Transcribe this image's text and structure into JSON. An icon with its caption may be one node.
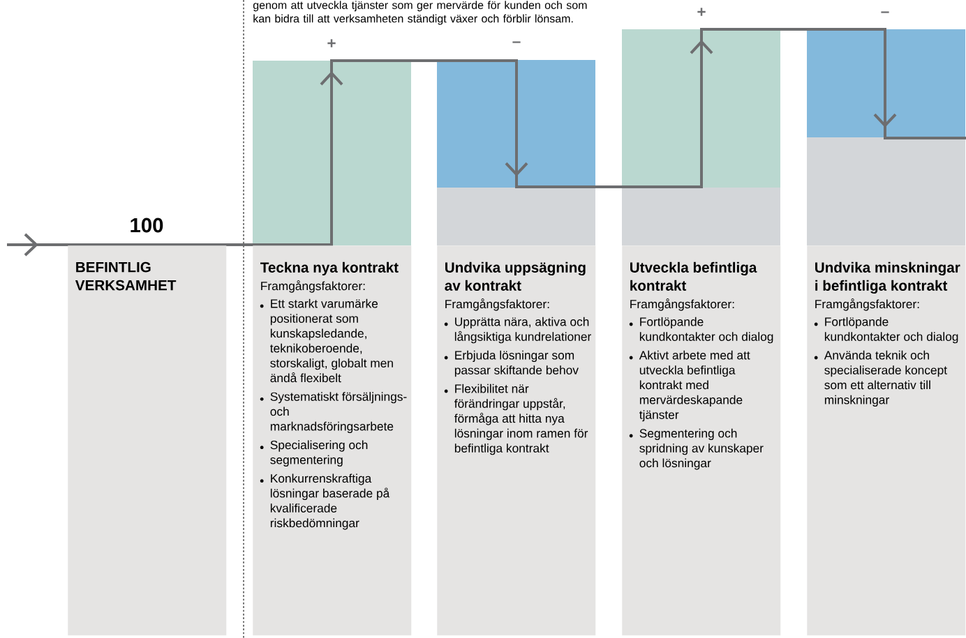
{
  "diagram": {
    "nodes": [
      {
        "text": [
          "BEFINTLIG VERKSAMHET"
        ]
      },
      {
        "text": [
          "Teckna nya kontrakt",
          "Framgångsfaktorer:",
          "Ett starkt varumärke positionerat som kunskapsledande, teknikoberoende, storskaligt, globalt men ändå flexibelt",
          "Systematiskt försäljnings- och marknadsföringsarbete",
          "Specialisering och segmentering",
          "Konkurrenskraftiga lösningar baserade på kvalificerade riskbedömningar"
        ]
      },
      {
        "text": [
          "Undvika uppsägning av kontrakt",
          "Framgångsfaktorer:",
          "Upprätta nära, aktiva och långsiktiga kundrelationer",
          "Erbjuda lösningar som passar skiftande behov",
          "Flexibilitet när förändringar uppstår, förmåga att hitta nya lösningar inom ramen för befintliga kontrakt"
        ]
      },
      {
        "text": [
          "Utveckla befintliga kontrakt",
          "Framgångsfaktorer:",
          "Fortlöpande kundkontakter och dialog",
          "Aktivt arbete med att utveckla befintliga kontrakt med mervärdeskapande tjänster",
          "Segmentering och spridning av kunskaper och lösningar"
        ]
      },
      {
        "text": [
          "Undvika minskningar i befintliga kontrakt",
          "Framgångsfaktorer:",
          "Fortlöpande kundkontakter och dialog",
          "Använda teknik och specialiserade koncept som ett alternativ till minskningar"
        ]
      }
    ],
    "labels": [
      "genom att utveckla tjänster som ger mervärde för kunden och som kan bidra till att verksamheten ständigt växer och förblir lönsam.",
      "100",
      "+",
      "–",
      "+",
      "–"
    ]
  }
}
